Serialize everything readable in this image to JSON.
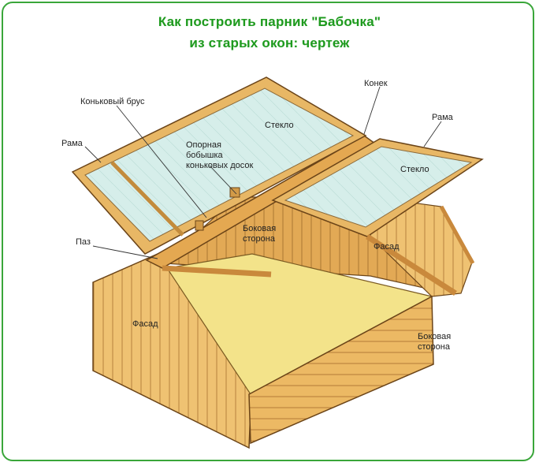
{
  "title": {
    "line1": "Как построить парник \"Бабочка\"",
    "line2": "из старых окон: чертеж"
  },
  "labels": {
    "konkovy_brus": "Коньковый брус",
    "konek": "Конек",
    "rama_left": "Рама",
    "rama_right": "Рама",
    "steklo_left": "Стекло",
    "steklo_right": "Стекло",
    "opornaya_1": "Опорная",
    "opornaya_2": "бобышка",
    "opornaya_3": "коньковых досок",
    "paz": "Паз",
    "bokovaya_upper_1": "Боковая",
    "bokovaya_upper_2": "сторона",
    "fasad_right": "Фасад",
    "fasad_left": "Фасад",
    "bokovaya_lower_1": "Боковая",
    "bokovaya_lower_2": "сторона"
  },
  "colors": {
    "border": "#3aa63a",
    "title": "#1e9a1e",
    "wood_light": "#f0c877",
    "wood_mid": "#e3ad58",
    "wood_dark": "#c9893c",
    "soil": "#f3e58c",
    "glass": "#cfe9e6",
    "outline": "#6b4418"
  }
}
